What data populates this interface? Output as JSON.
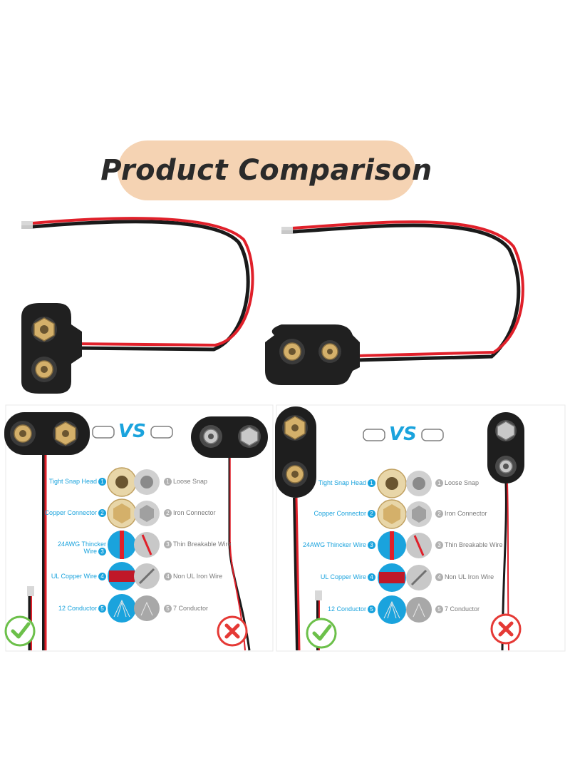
{
  "title": "Product Comparison",
  "vs_label": "VS",
  "features_good": [
    {
      "label": "Tight Snap Head",
      "num": "1"
    },
    {
      "label": "Copper Connector",
      "num": "2"
    },
    {
      "label": "24AWG Thincker Wire",
      "num": "3"
    },
    {
      "label": "UL Copper Wire",
      "num": "4"
    },
    {
      "label": "12 Conductor",
      "num": "5"
    }
  ],
  "features_bad": [
    {
      "label": "Loose Snap",
      "num": "1"
    },
    {
      "label": "Iron Connector",
      "num": "2"
    },
    {
      "label": "Thin Breakable Wire",
      "num": "3"
    },
    {
      "label": "Non UL Iron Wire",
      "num": "4"
    },
    {
      "label": "7 Conductor",
      "num": "5"
    }
  ],
  "colors": {
    "accent": "#1aa3dd",
    "good": "#6cc04a",
    "bad": "#e53935",
    "wire_red": "#e0202a",
    "wire_black": "#1a1a1a",
    "title_bg": "#f5d3b3"
  },
  "icons": {
    "good_mark": "check-icon",
    "bad_mark": "cross-icon",
    "versus": "fist-bump-icon"
  }
}
